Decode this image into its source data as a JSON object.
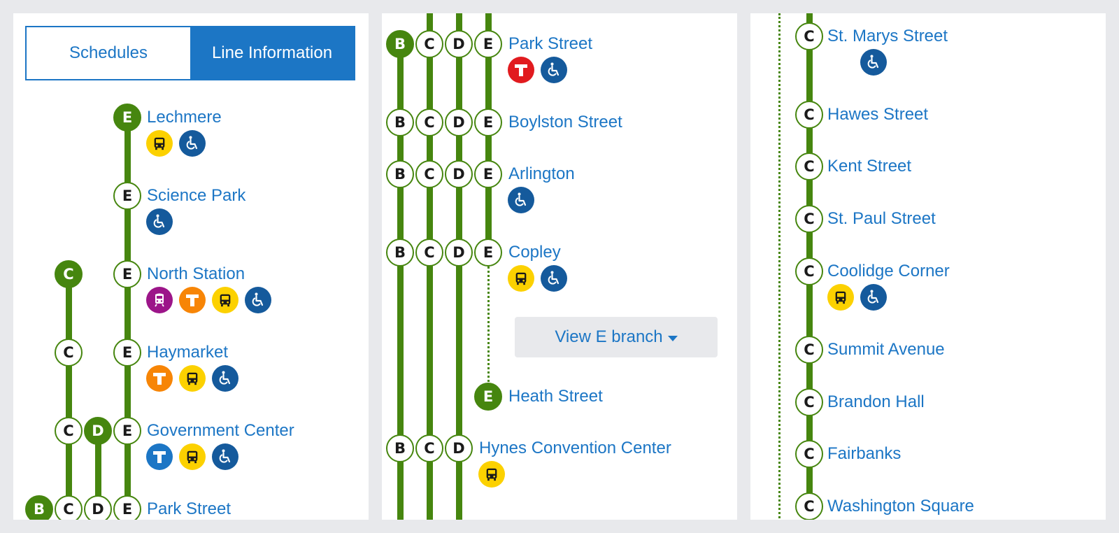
{
  "tabs": {
    "schedules": "Schedules",
    "line_information": "Line Information"
  },
  "colors": {
    "green_line": "#46860f",
    "link": "#1c76c5",
    "accessible": "#155a9c",
    "bus": "#fcd100",
    "red_line": "#e11b1f",
    "orange_line": "#f78506",
    "blue_line": "#1c76c5",
    "commuter_rail": "#9c1589"
  },
  "branch_letters": {
    "b": "B",
    "c": "C",
    "d": "D",
    "e": "E"
  },
  "stations": {
    "lechmere": "Lechmere",
    "science_park": "Science Park",
    "north_station": "North Station",
    "haymarket": "Haymarket",
    "government_center": "Government Center",
    "park_street": "Park Street",
    "boylston_street": "Boylston Street",
    "arlington": "Arlington",
    "copley": "Copley",
    "heath_street": "Heath Street",
    "hynes_convention_center": "Hynes Convention Center",
    "st_marys_street": "St. Marys Street",
    "hawes_street": "Hawes Street",
    "kent_street": "Kent Street",
    "st_paul_street": "St. Paul Street",
    "coolidge_corner": "Coolidge Corner",
    "summit_avenue": "Summit Avenue",
    "brandon_hall": "Brandon Hall",
    "fairbanks": "Fairbanks",
    "washington_square": "Washington Square"
  },
  "view_branch": {
    "label": "View E branch",
    "icon": "caret-down-icon"
  },
  "icons": {
    "accessible": "wheelchair-icon",
    "bus": "bus-icon",
    "subway": "subway-t-icon",
    "commuter_rail": "train-icon"
  }
}
